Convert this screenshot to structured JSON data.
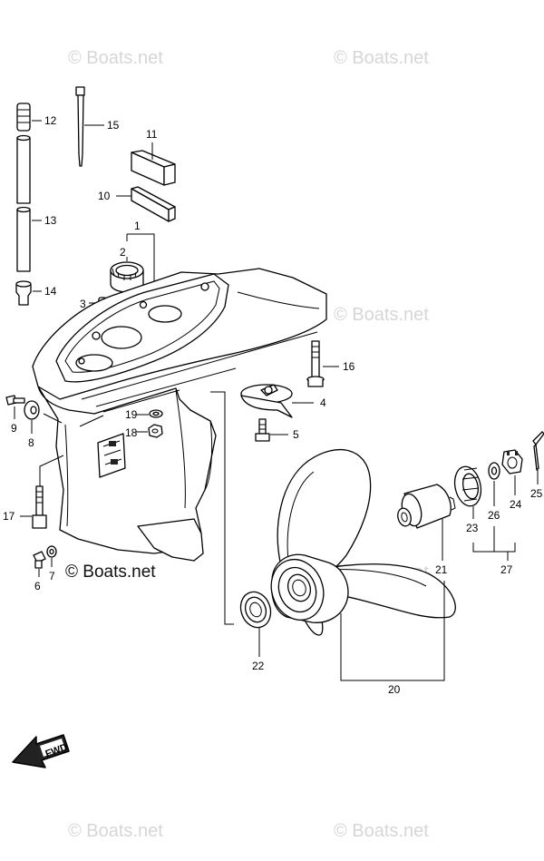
{
  "watermarks": {
    "top_left": "© Boats.net",
    "top_right": "© Boats.net",
    "mid_right": "© Boats.net",
    "main": "© Boats.net",
    "mid_right_lower": "© Boats.net",
    "bottom_left": "© Boats.net",
    "bottom_right": "© Boats.net"
  },
  "callouts": {
    "c1": "1",
    "c2": "2",
    "c3": "3",
    "c4": "4",
    "c5": "5",
    "c6": "6",
    "c7": "7",
    "c8": "8",
    "c9": "9",
    "c10": "10",
    "c11": "11",
    "c12": "12",
    "c13": "13",
    "c14": "14",
    "c15": "15",
    "c16": "16",
    "c17": "17",
    "c18": "18",
    "c19": "19",
    "c20": "20",
    "c21": "21",
    "c22": "22",
    "c23": "23",
    "c24": "24",
    "c25": "25",
    "c26": "26",
    "c27": "27"
  },
  "fwd_arrow": {
    "label": "FWD"
  }
}
